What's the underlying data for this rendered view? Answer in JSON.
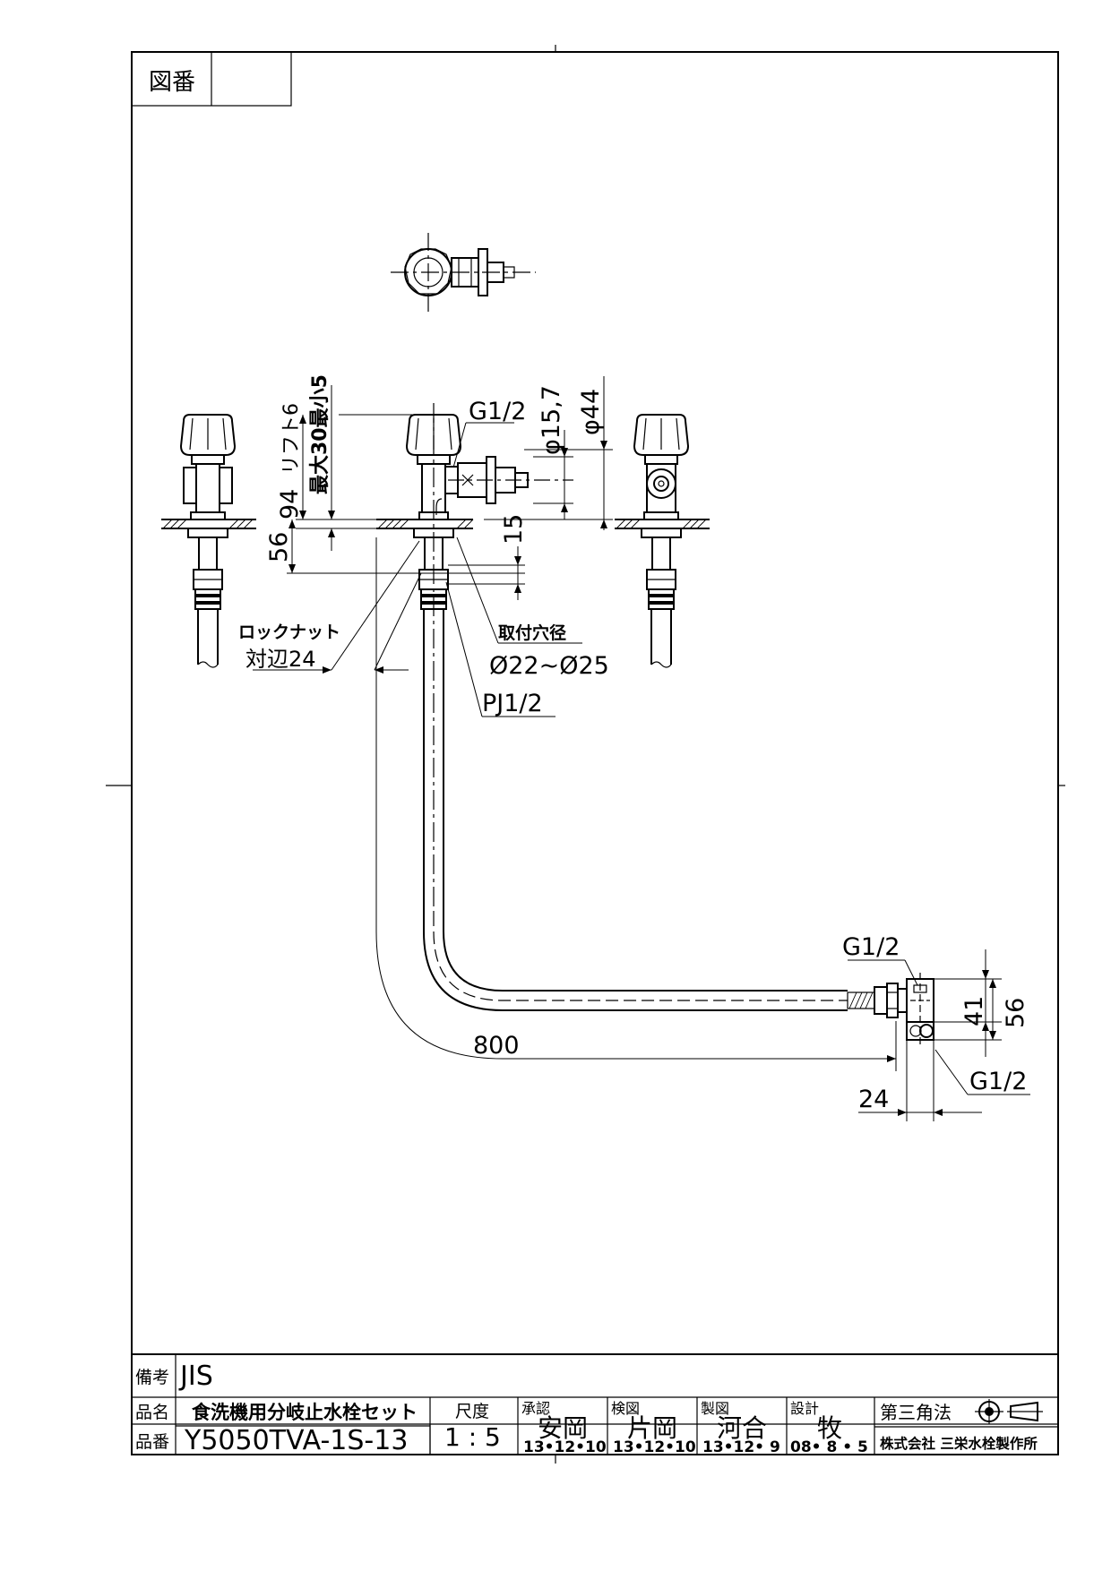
{
  "corner_label": "図番",
  "dimensions": {
    "g12_top": "G1/2",
    "dia_157": "φ15,7",
    "dia_44": "φ44",
    "max30_min5": "最大30最小5",
    "lift6": "リフト6",
    "d94": "94",
    "d56": "56",
    "d15": "15",
    "mount_hole_label": "取付穴径",
    "mount_hole_value": "Ø22~Ø25",
    "locknut_label": "ロックナット",
    "locknut_value": "対辺24",
    "pj12": "PJ1/2",
    "g12_hose_top": "G1/2",
    "d41": "41",
    "d56_right": "56",
    "g12_hose_bottom": "G1/2",
    "d800": "800",
    "d24": "24"
  },
  "title_block": {
    "remarks_label": "備考",
    "remarks_value": "JIS",
    "product_name_label": "品名",
    "product_name_value": "食洗機用分岐止水栓セット",
    "product_no_label": "品番",
    "product_no_value": "Y5050TVA-1S-13",
    "scale_label": "尺度",
    "scale_value": "1 : 5",
    "approved_label": "承認",
    "approved_name": "安岡",
    "approved_date": "13•12•10",
    "checked_label": "検図",
    "checked_name": "片岡",
    "checked_date": "13•12•10",
    "drawn_label": "製図",
    "drawn_name": "河合",
    "drawn_date": "13•12• 9",
    "designed_label": "設計",
    "designed_name": "牧",
    "designed_date": "08• 8 • 5",
    "projection_label": "第三角法",
    "company": "株式会社 三栄水栓製作所"
  }
}
